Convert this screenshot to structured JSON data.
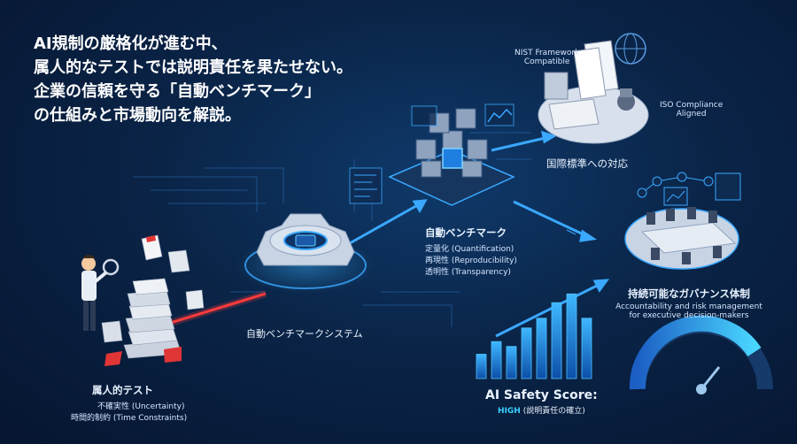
{
  "headline": {
    "line1": "AI規制の厳格化が進む中、",
    "line2": "属人的なテストでは説明責任を果たせない。",
    "line3": "企業の信頼を守る「自動ベンチマーク」",
    "line4": "の仕組みと市場動向を解説。"
  },
  "manual": {
    "title": "属人的テスト",
    "point1": "不確実性 (Uncertainty)",
    "point2": "時間的制約 (Time Constraints)"
  },
  "system": {
    "label": "自動ベンチマークシステム"
  },
  "benchmark": {
    "title": "自動ベンチマーク",
    "point1": "定量化 (Quantification)",
    "point2": "再現性 (Reproducibility)",
    "point3": "透明性 (Transparency)"
  },
  "standards": {
    "title": "国際標準への対応",
    "nist_line1": "NIST Framework",
    "nist_line2": "Compatible",
    "iso_line1": "ISO Compliance",
    "iso_line2": "Aligned"
  },
  "governance": {
    "title": "持続可能なガバナンス体制",
    "line1": "Accountability and risk management",
    "line2": "for executive decision-makers"
  },
  "safety": {
    "title": "AI Safety Score:",
    "level": "HIGH",
    "note": " (説明責任の確立)",
    "bars": [
      0.25,
      0.38,
      0.33,
      0.52,
      0.62,
      0.78,
      0.87,
      0.62
    ]
  },
  "colors": {
    "accent": "#3aa8ff",
    "alert": "#ff3b3b",
    "score": "#39d0ff"
  }
}
